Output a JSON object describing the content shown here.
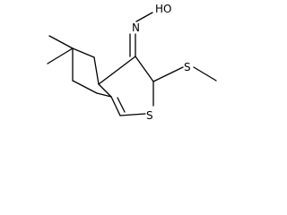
{
  "atom_labels": {
    "hydroxyl": "HO",
    "oxime_nitrogen": "N",
    "thioether_sulfur": "S",
    "ring_sulfur": "S"
  }
}
